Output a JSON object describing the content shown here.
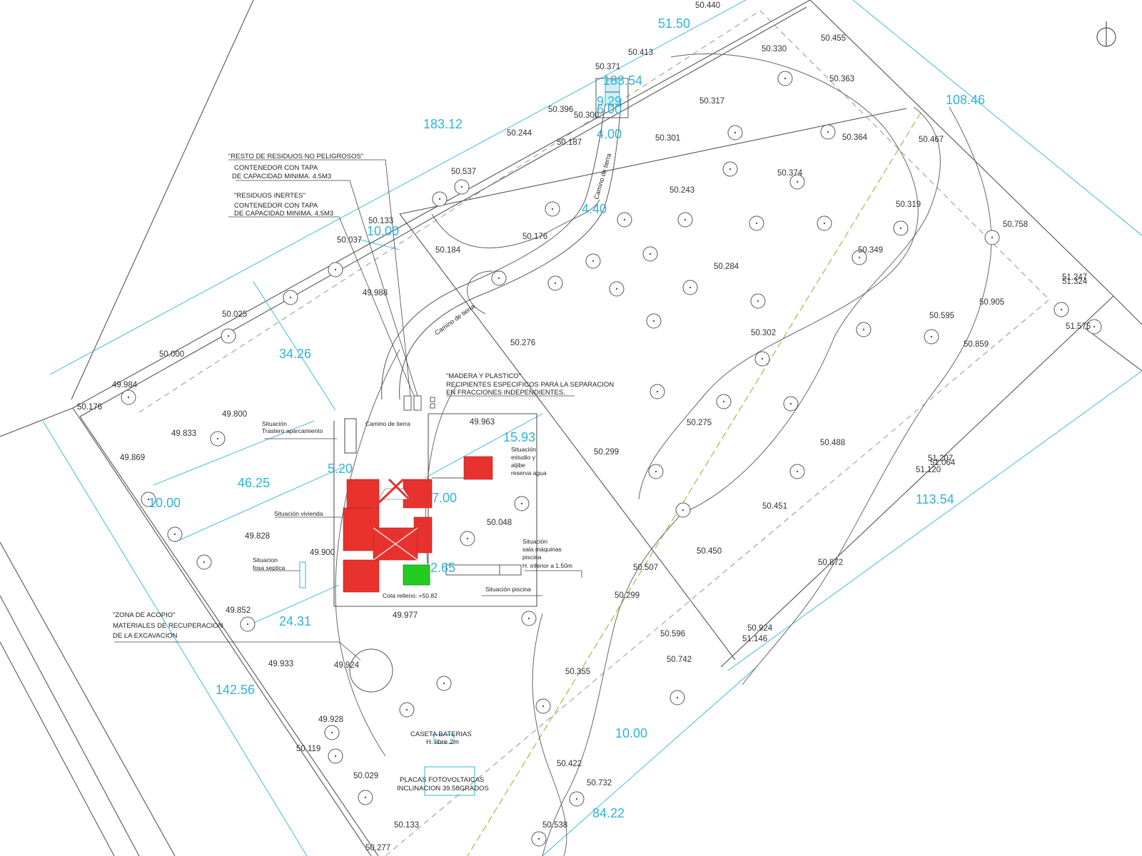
{
  "elevations": [
    "50.440",
    "50.455",
    "50.330",
    "50.413",
    "50.371",
    "50.363",
    "50.317",
    "50.396",
    "50.300",
    "50.244",
    "50.187",
    "50.301",
    "50.364",
    "50.467",
    "50.537",
    "50.374",
    "50.243",
    "50.319",
    "50.133",
    "50.037",
    "50.176",
    "50.184",
    "50.349",
    "50.758",
    "50.284",
    "51.247",
    "51.324",
    "49.988",
    "50.905",
    "50.025",
    "50.595",
    "51.575",
    "50.302",
    "50.859",
    "50.000",
    "50.276",
    "49.984",
    "50.176",
    "49.800",
    "49.963",
    "50.275",
    "49.833",
    "50.488",
    "49.869",
    "50.299",
    "51.207",
    "51.064",
    "51.120",
    "50.451",
    "50.048",
    "49.828",
    "49.900",
    "50.450",
    "50.507",
    "50.872",
    "49.852",
    "49.977",
    "50.299",
    "50.924",
    "51.146",
    "50.596",
    "49.933",
    "49.924",
    "50.742",
    "50.355",
    "49.928",
    "50.119",
    "50.422",
    "50.029",
    "50.732",
    "50.133",
    "50.538",
    "50.277"
  ],
  "dimensions": [
    "51.50",
    "183.54",
    "9.29",
    "6.00",
    "4.00",
    "183.12",
    "108.46",
    "4.40",
    "10.00",
    "34.26",
    "46.25",
    "10.00",
    "5.20",
    "15.93",
    "7.00",
    "2.65",
    "24.31",
    "142.56",
    "113.54",
    "10.00",
    "84.22"
  ],
  "notes": {
    "residuos_np_title": "\"RESTO DE RESIDUOS NO PELIGROSOS\"",
    "residuos_np_l1": "CONTENEDOR CON TAPA",
    "residuos_np_l2": "DE CAPACIDAD MINIMA. 4.5M3",
    "inertes_title": "\"RESIDUOS INERTES\"",
    "inertes_l1": "CONTENEDOR CON TAPA",
    "inertes_l2": "DE CAPACIDAD MINIMA. 4.5M3",
    "madera_title": "\"MADERA Y PLASTICO\"",
    "madera_l1": "RECIPIENTES ESPECIFICOS  PARA LA SEPARACION",
    "madera_l2": "EN FRACCIONES INDEPENDIENTES.",
    "trastero_l1": "Situación",
    "trastero_l2": "Trastero aparcamiento",
    "camino_tierra": "Camino de tierra",
    "camino_diag": "Camino de tierra",
    "camino_top": "Camino de tierra",
    "estudio_l1": "Situación",
    "estudio_l2": "estudio y",
    "estudio_l3": "aljibe",
    "estudio_l4": "reserva agua",
    "vivienda": "Situación vivienda",
    "maquinas_l1": "Situación",
    "maquinas_l2": "sala máquinas",
    "maquinas_l3": "piscina",
    "maquinas_l4": "H. inferior a 1.50m",
    "fosa_l1": "Situacion",
    "fosa_l2": "fosa septica",
    "piscina": "Situación piscina",
    "cota_relleno": "Cota relleno: +50.82",
    "acopio_title": "\"ZONA DE ACOPIO\"",
    "acopio_l1": "MATERIALES DE RECUPERACION",
    "acopio_l2": "DE LA EXCAVACION",
    "caseta_l1": "CASETA BATERIAS",
    "caseta_l2": "H. libre 2m",
    "placas_l1": "PLACAS FOTOVOLTAICAS",
    "placas_l2": "INCLINACION 39.58GRADOS"
  },
  "colors": {
    "dimension": "#2fb4d8",
    "linework": "#555555",
    "house": "#e8322e",
    "pool": "#22cc22",
    "slope_line": "#b5b04a"
  },
  "icons": [
    "north-arrow-icon",
    "tree-symbol-icon",
    "entrance-gate-icon"
  ]
}
